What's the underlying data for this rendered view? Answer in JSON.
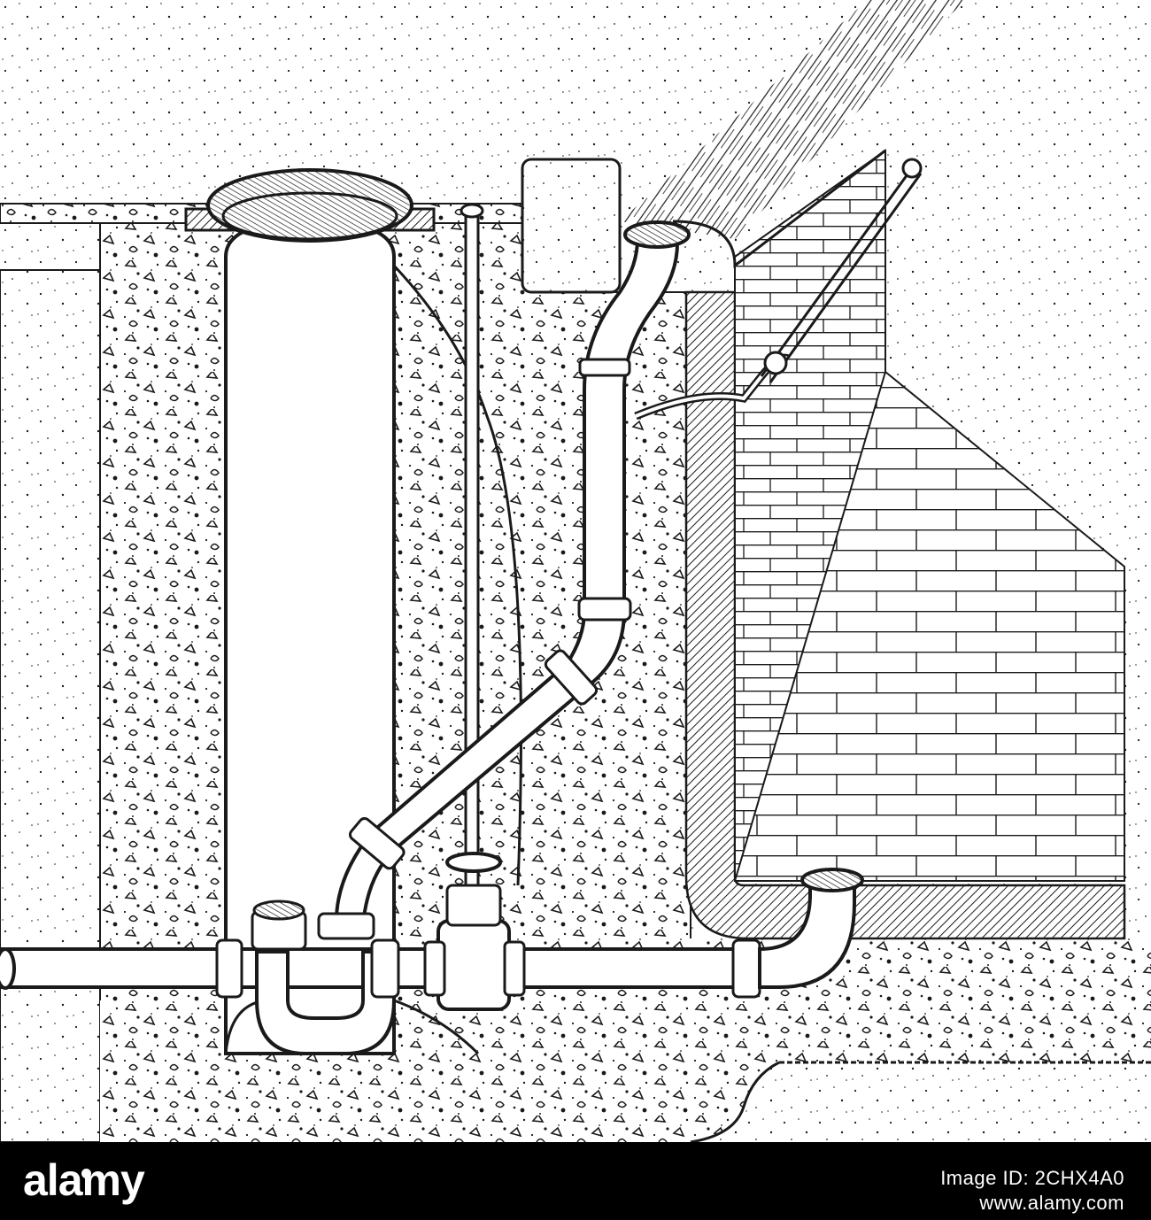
{
  "watermark": {
    "brand": "alamy",
    "image_id": "Image ID: 2CHX4A0",
    "url": "www.alamy.com"
  },
  "colors": {
    "ink": "#1a1a1a",
    "paper": "#ffffff",
    "banner": "#000000"
  }
}
